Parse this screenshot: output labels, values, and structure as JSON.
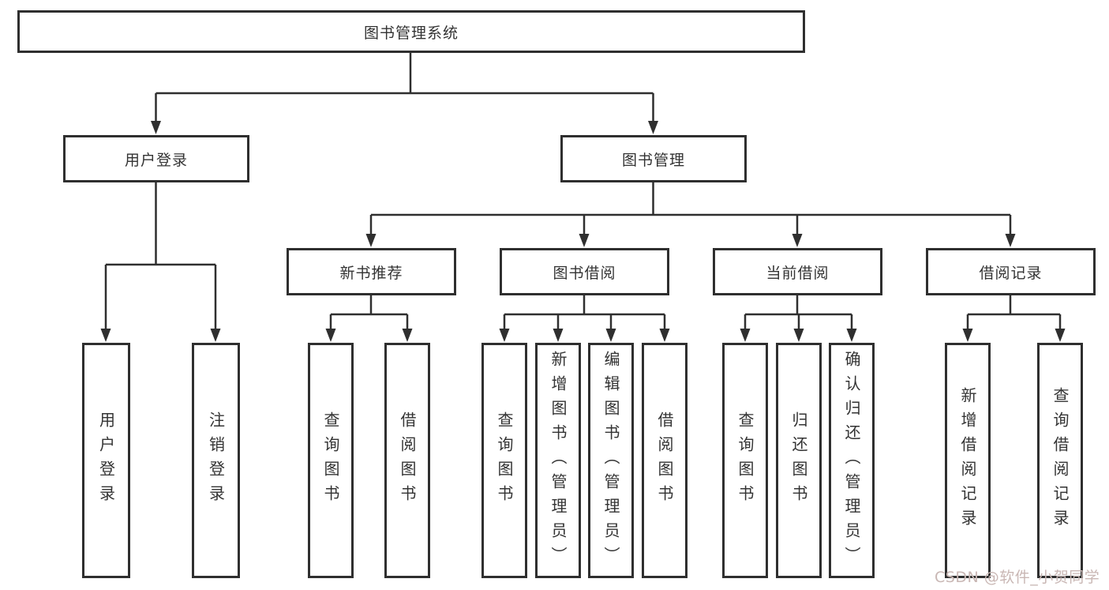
{
  "diagram": {
    "type": "hierarchy-flowchart",
    "colors": {
      "background": "#ffffff",
      "box_border": "#2f2f2f",
      "connector_line": "#2f2f2f",
      "text": "#333333",
      "watermark": "#c9b7b4"
    }
  },
  "tree": {
    "root": {
      "label": "图书管理系统",
      "children": [
        {
          "label": "用户登录",
          "children": [
            {
              "label": "用户登录"
            },
            {
              "label": "注销登录"
            }
          ]
        },
        {
          "label": "图书管理",
          "children": [
            {
              "label": "新书推荐",
              "children": [
                {
                  "label": "查询图书"
                },
                {
                  "label": "借阅图书"
                }
              ]
            },
            {
              "label": "图书借阅",
              "children": [
                {
                  "label": "查询图书"
                },
                {
                  "label": "新增图书（管理员）"
                },
                {
                  "label": "编辑图书（管理员）"
                },
                {
                  "label": "借阅图书"
                }
              ]
            },
            {
              "label": "当前借阅",
              "children": [
                {
                  "label": "查询图书"
                },
                {
                  "label": "归还图书"
                },
                {
                  "label": "确认归还（管理员）"
                }
              ]
            },
            {
              "label": "借阅记录",
              "children": [
                {
                  "label": "新增借阅记录"
                },
                {
                  "label": "查询借阅记录"
                }
              ]
            }
          ]
        }
      ]
    }
  },
  "watermark": {
    "text": "CSDN @软件_小贺同学"
  }
}
